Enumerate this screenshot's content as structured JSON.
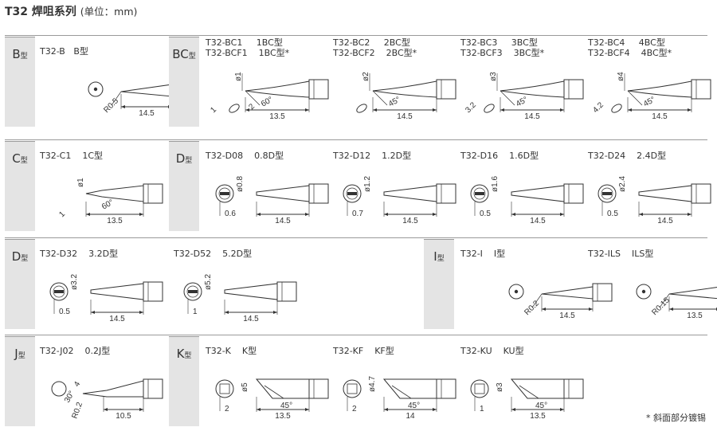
{
  "header": {
    "title": "T32 焊咀系列",
    "unit": "(单位：mm)"
  },
  "rows": [
    {
      "cells": [
        {
          "id": "B",
          "tag": "B",
          "tag_suffix": "型",
          "lines": [
            "T32-B   B型"
          ],
          "drawing": "conical",
          "dims": {
            "length": "14.5",
            "radius": "R0.5"
          }
        },
        {
          "id": "BC",
          "tag": "BC",
          "tag_suffix": "型",
          "lines": [
            "T32-BC1     1BC型",
            "T32-BCF1    1BC型*"
          ],
          "drawing": "bevel",
          "dims": {
            "length": "13.5",
            "dia": "ø1",
            "angle": "60°",
            "flat": "1",
            "flat2": "2"
          }
        },
        {
          "id": "BC2",
          "tag": "",
          "tag_suffix": "",
          "lines": [
            "T32-BC2     2BC型",
            "T32-BCF2    2BC型*"
          ],
          "drawing": "bevel",
          "dims": {
            "length": "14.5",
            "dia": "ø2",
            "angle": "45°",
            "flat": "",
            "flat2": ""
          }
        },
        {
          "id": "BC3",
          "tag": "",
          "tag_suffix": "",
          "lines": [
            "T32-BC3     3BC型",
            "T32-BCF3    3BC型*"
          ],
          "drawing": "bevel",
          "dims": {
            "length": "14.5",
            "dia": "ø3",
            "angle": "45°",
            "flat": "3.2",
            "flat2": ""
          }
        },
        {
          "id": "BC4",
          "tag": "",
          "tag_suffix": "",
          "lines": [
            "T32-BC4     4BC型",
            "T32-BCF4    4BC型*"
          ],
          "drawing": "bevel",
          "dims": {
            "length": "14.5",
            "dia": "ø4",
            "angle": "45°",
            "flat": "4.2",
            "flat2": ""
          }
        }
      ]
    },
    {
      "cells": [
        {
          "id": "C",
          "tag": "C",
          "tag_suffix": "型",
          "lines": [
            "T32-C1    1C型"
          ],
          "drawing": "chisel-c",
          "dims": {
            "length": "13.5",
            "dia": "ø1",
            "angle": "60°",
            "flat": "1"
          }
        },
        {
          "id": "D08",
          "tag": "D",
          "tag_suffix": "型",
          "lines": [
            "T32-D08    0.8D型"
          ],
          "drawing": "chisel",
          "dims": {
            "length": "14.5",
            "dia": "ø0.8",
            "width": "0.6"
          }
        },
        {
          "id": "D12",
          "tag": "",
          "tag_suffix": "",
          "lines": [
            "T32-D12    1.2D型"
          ],
          "drawing": "chisel",
          "dims": {
            "length": "14.5",
            "dia": "ø1.2",
            "width": "0.7"
          }
        },
        {
          "id": "D16",
          "tag": "",
          "tag_suffix": "",
          "lines": [
            "T32-D16    1.6D型"
          ],
          "drawing": "chisel",
          "dims": {
            "length": "14.5",
            "dia": "ø1.6",
            "width": "0.5"
          }
        },
        {
          "id": "D24",
          "tag": "",
          "tag_suffix": "",
          "lines": [
            "T32-D24    2.4D型"
          ],
          "drawing": "chisel",
          "dims": {
            "length": "14.5",
            "dia": "ø2.4",
            "width": "0.5"
          }
        }
      ]
    },
    {
      "cells": [
        {
          "id": "D32",
          "tag": "D",
          "tag_suffix": "型",
          "lines": [
            "T32-D32    3.2D型"
          ],
          "drawing": "chisel",
          "dims": {
            "length": "14.5",
            "dia": "ø3.2",
            "width": "0.5"
          }
        },
        {
          "id": "D52",
          "tag": "",
          "tag_suffix": "",
          "lines": [
            "T32-D52    5.2D型"
          ],
          "drawing": "chisel",
          "dims": {
            "length": "14.5",
            "dia": "ø5.2",
            "width": "1"
          }
        },
        {
          "id": "I",
          "tag": "I",
          "tag_suffix": "型",
          "lines": [
            "T32-I    I型"
          ],
          "drawing": "conical",
          "dims": {
            "length": "14.5",
            "radius": "R0.2"
          }
        },
        {
          "id": "ILS",
          "tag": "",
          "tag_suffix": "",
          "lines": [
            "T32-ILS    ILS型"
          ],
          "drawing": "conical",
          "dims": {
            "length": "13.5",
            "radius": "R0.15"
          }
        }
      ]
    },
    {
      "cells": [
        {
          "id": "J",
          "tag": "J",
          "tag_suffix": "型",
          "lines": [
            "T32-J02    0.2J型"
          ],
          "drawing": "bent",
          "dims": {
            "length": "10.5",
            "angle": "30°",
            "radius": "R0.2",
            "depth": "4"
          }
        },
        {
          "id": "K",
          "tag": "K",
          "tag_suffix": "型",
          "lines": [
            "T32-K    K型"
          ],
          "drawing": "knife",
          "dims": {
            "length": "13.5",
            "dia": "ø5",
            "angle": "45°",
            "width": "2"
          }
        },
        {
          "id": "KF",
          "tag": "",
          "tag_suffix": "",
          "lines": [
            "T32-KF    KF型"
          ],
          "drawing": "knife",
          "dims": {
            "length": "14",
            "dia": "ø4.7",
            "angle": "45°",
            "width": "2"
          }
        },
        {
          "id": "KU",
          "tag": "",
          "tag_suffix": "",
          "lines": [
            "T32-KU    KU型"
          ],
          "drawing": "knife",
          "dims": {
            "length": "13.5",
            "dia": "ø3",
            "angle": "45°",
            "width": "1"
          }
        }
      ]
    }
  ],
  "footnote": "* 斜面部分镀锡"
}
